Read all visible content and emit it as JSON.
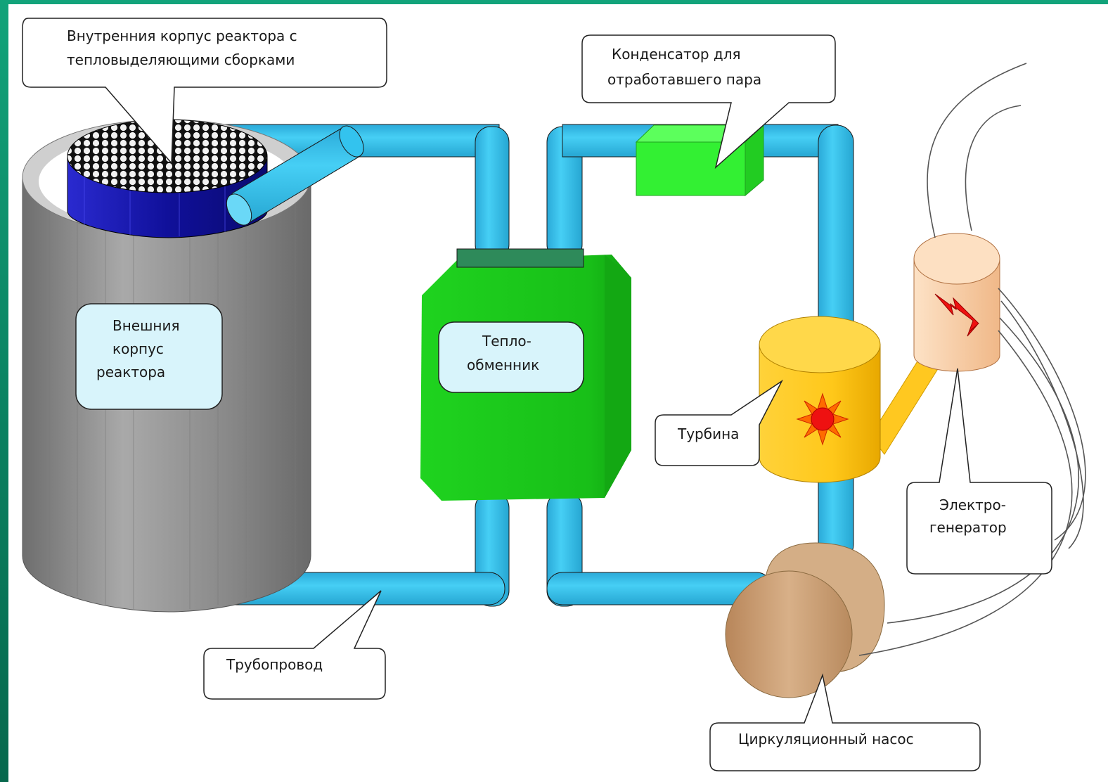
{
  "labels": {
    "inner_core": [
      "Внутренния корпус реактора с",
      "тепловыделяющими сборками"
    ],
    "condenser": [
      "Конденсатор для",
      "отработавшего пара"
    ],
    "outer_shell": [
      "Внешния",
      "корпус",
      "реактора"
    ],
    "heat_exchanger": [
      "Тепло-",
      "обменник"
    ],
    "turbine": [
      "Турбина"
    ],
    "generator": [
      "Электро-",
      "генератор"
    ],
    "pipeline": [
      "Трубопровод"
    ],
    "pump": [
      "Циркуляционный насос"
    ]
  },
  "colors": {
    "background": "#0f8f66",
    "pipe": "#33c3ee",
    "reactor_shell": "#8c8c8c",
    "reactor_core": "#10109a",
    "heat_exchanger": "#22cc22",
    "condenser": "#33ee33",
    "turbine": "#ffcc22",
    "generator": "#fbd2aa",
    "pump": "#c8a070",
    "callout_fill": "#ffffff",
    "info_box_fill": "#d8f4fb"
  },
  "icons": {
    "turbine": "sun-icon",
    "generator": "lightning-icon"
  }
}
